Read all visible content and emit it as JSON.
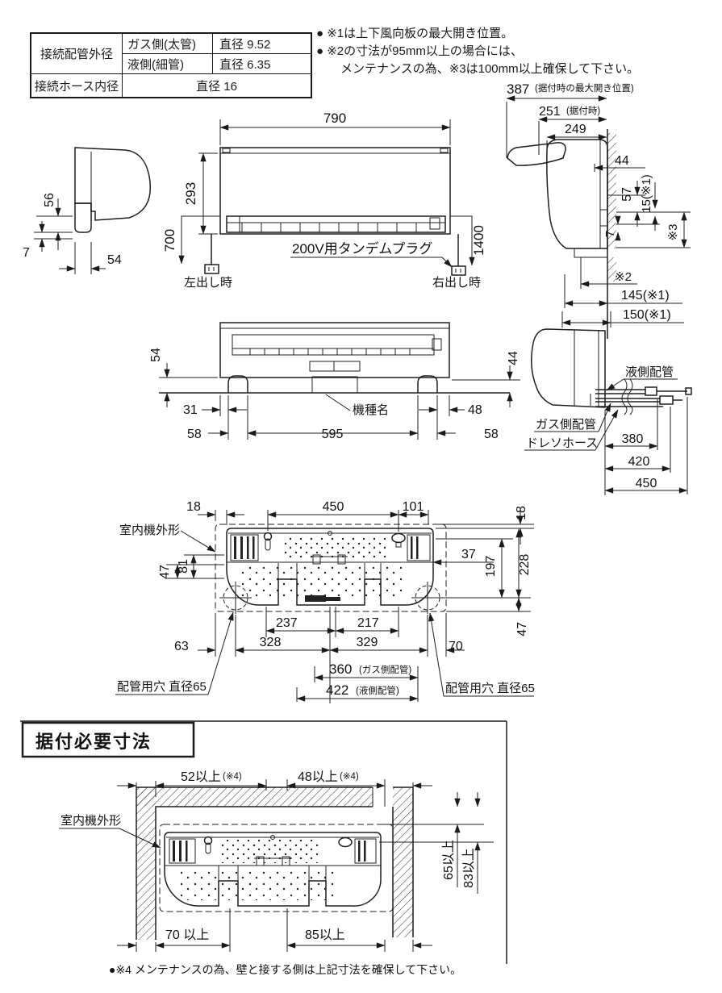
{
  "colors": {
    "ink": "#1a1a1a",
    "bg": "#ffffff"
  },
  "spec_table": {
    "pipe_outer_label": "接続配管外径",
    "gas_row_name": "ガス側(太管)",
    "gas_row_value": "直径 9.52",
    "liquid_row_name": "液側(細管)",
    "liquid_row_value": "直径 6.35",
    "hose_label": "接続ホース内径",
    "hose_value": "直径 16"
  },
  "notes": {
    "n1": "● ※1は上下風向板の最大開き位置。",
    "n2": "● ※2の寸法が95mm以上の場合には、",
    "n3": "メンテナンスの為、※3は100mm以上確保して下さい。"
  },
  "left_side_view": {
    "d56": "56",
    "d7": "7",
    "d54": "54"
  },
  "front_view": {
    "d790": "790",
    "d293": "293",
    "d700": "700",
    "d1400": "1400",
    "plug_label": "200V用タンデムプラグ",
    "left_out": "左出し時",
    "right_out": "右出し時"
  },
  "right_side_view": {
    "d387": "387",
    "d387_note": "(据付時の最大開き位置)",
    "d251": "251",
    "d251_note": "(据付時)",
    "d249": "249",
    "d44": "44",
    "d57": "57",
    "d15": "15(※1)",
    "d7": "7",
    "ref3": "※3",
    "ref2": "※2",
    "d145": "145(※1)",
    "d150": "150(※1)"
  },
  "bottom_view": {
    "d54": "54",
    "d44": "44",
    "d31": "31",
    "d48": "48",
    "d58l": "58",
    "d595": "595",
    "d58r": "58",
    "model_label": "機種名"
  },
  "pipe_view": {
    "liquid_pipe": "液側配管",
    "gas_pipe": "ガス側配管",
    "drain_hose": "ドレソホース",
    "d380": "380",
    "d420": "420",
    "d450": "450"
  },
  "plate_view": {
    "outline_label": "室内機外形",
    "d18l": "18",
    "d450": "450",
    "d101": "101",
    "d18r": "18",
    "d47l": "47",
    "d81": "81",
    "d37": "37",
    "d197": "197",
    "d228": "228",
    "d47r": "47",
    "d237": "237",
    "d217": "217",
    "d63": "63",
    "d328": "328",
    "d329": "329",
    "d70": "70",
    "d360": "360",
    "d360_note": "(ガス側配管)",
    "d422": "422",
    "d422_note": "(液側配管)",
    "hole_left": "配管用穴 直径65",
    "hole_right": "配管用穴 直径65"
  },
  "install_view": {
    "title": "据付必要寸法",
    "d52": "52以上",
    "d52_note": "(※4)",
    "d48": "48以上",
    "d48_note": "(※4)",
    "outline_label": "室内機外形",
    "d65": "65以上",
    "d83": "83以上",
    "d70": "70 以上",
    "d85": "85以上",
    "note": "●※4 メンテナンスの為、壁と接する側は上記寸法を確保して下さい。"
  }
}
